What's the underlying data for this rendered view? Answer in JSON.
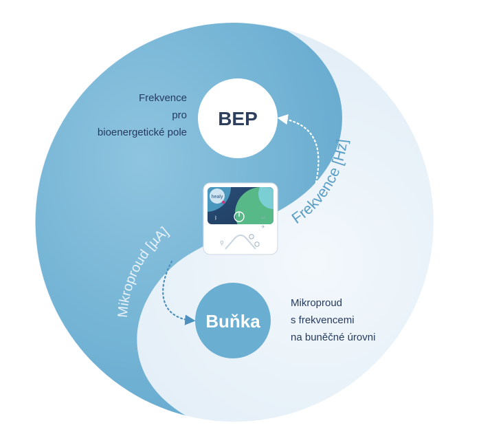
{
  "diagram": {
    "top_node": {
      "label": "BEP",
      "description_lines": [
        "Frekvence",
        "pro",
        "bioenergetické pole"
      ]
    },
    "bottom_node": {
      "label": "Buňka",
      "description_lines": [
        "Mikroproud",
        "s frekvencemi",
        "na buněčné úrovni"
      ]
    },
    "arc_labels": {
      "frequency": "Frekvence [Hz]",
      "microcurrent": "Mikroproud [µA]"
    },
    "device": {
      "brand": "healy"
    },
    "colors": {
      "dark_blue": "#6aaed1",
      "light_blue": "#e6f0f9",
      "node_text_dark": "#2e3f5e",
      "description_text": "#243a5e"
    }
  }
}
